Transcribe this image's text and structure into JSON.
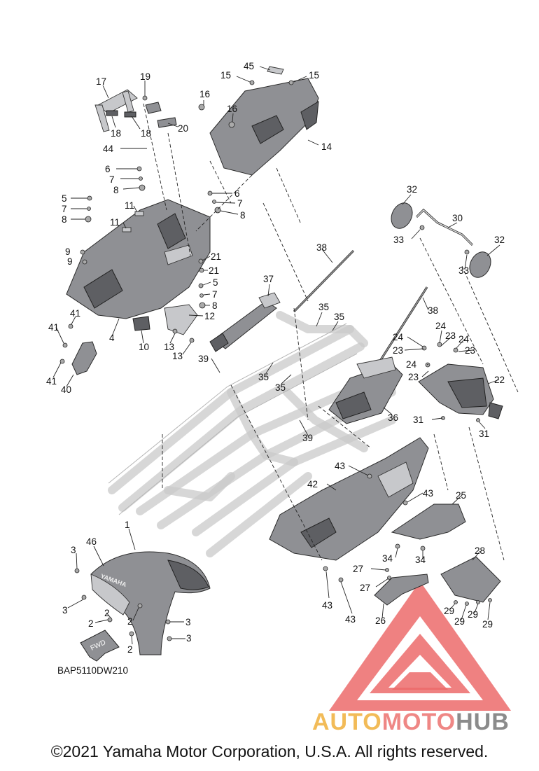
{
  "diagram_code": "BAP5110DW210",
  "copyright": "©2021 Yamaha Motor Corporation, U.S.A. All rights reserved.",
  "watermark": {
    "part1": "AUTO",
    "part2": "MOTO",
    "part3": "HUB",
    "colors": {
      "auto": "#f1b446",
      "moto": "#ee7b78",
      "hub": "#7f7f7f",
      "logo": "#ec6b6b"
    }
  },
  "fender_brand": "YAMAHA",
  "fwd_label": "FWD",
  "callouts": [
    {
      "id": "c19",
      "text": "19"
    },
    {
      "id": "c17",
      "text": "17"
    },
    {
      "id": "c18a",
      "text": "18"
    },
    {
      "id": "c18b",
      "text": "18"
    },
    {
      "id": "c20",
      "text": "20"
    },
    {
      "id": "c44",
      "text": "44"
    },
    {
      "id": "c6a",
      "text": "6"
    },
    {
      "id": "c7a",
      "text": "7"
    },
    {
      "id": "c8a",
      "text": "8"
    },
    {
      "id": "c5a",
      "text": "5"
    },
    {
      "id": "c7b",
      "text": "7"
    },
    {
      "id": "c8b",
      "text": "8"
    },
    {
      "id": "c11a",
      "text": "11"
    },
    {
      "id": "c11b",
      "text": "11"
    },
    {
      "id": "c9a",
      "text": "9"
    },
    {
      "id": "c9b",
      "text": "9"
    },
    {
      "id": "c16a",
      "text": "16"
    },
    {
      "id": "c16b",
      "text": "16"
    },
    {
      "id": "c45",
      "text": "45"
    },
    {
      "id": "c15a",
      "text": "15"
    },
    {
      "id": "c15b",
      "text": "15"
    },
    {
      "id": "c14",
      "text": "14"
    },
    {
      "id": "c6b",
      "text": "6"
    },
    {
      "id": "c7c",
      "text": "7"
    },
    {
      "id": "c8c",
      "text": "8"
    },
    {
      "id": "c21a",
      "text": "21"
    },
    {
      "id": "c21b",
      "text": "21"
    },
    {
      "id": "c5b",
      "text": "5"
    },
    {
      "id": "c7d",
      "text": "7"
    },
    {
      "id": "c8d",
      "text": "8"
    },
    {
      "id": "c12",
      "text": "12"
    },
    {
      "id": "c13a",
      "text": "13"
    },
    {
      "id": "c13b",
      "text": "13"
    },
    {
      "id": "c10",
      "text": "10"
    },
    {
      "id": "c4",
      "text": "4"
    },
    {
      "id": "c41a",
      "text": "41"
    },
    {
      "id": "c41b",
      "text": "41"
    },
    {
      "id": "c41c",
      "text": "41"
    },
    {
      "id": "c40",
      "text": "40"
    },
    {
      "id": "c37",
      "text": "37"
    },
    {
      "id": "c38a",
      "text": "38"
    },
    {
      "id": "c38b",
      "text": "38"
    },
    {
      "id": "c35a",
      "text": "35"
    },
    {
      "id": "c35b",
      "text": "35"
    },
    {
      "id": "c35c",
      "text": "35"
    },
    {
      "id": "c35d",
      "text": "35"
    },
    {
      "id": "c39a",
      "text": "39"
    },
    {
      "id": "c39b",
      "text": "39"
    },
    {
      "id": "c36",
      "text": "36"
    },
    {
      "id": "c32a",
      "text": "32"
    },
    {
      "id": "c32b",
      "text": "32"
    },
    {
      "id": "c30",
      "text": "30"
    },
    {
      "id": "c33a",
      "text": "33"
    },
    {
      "id": "c33b",
      "text": "33"
    },
    {
      "id": "c24a",
      "text": "24"
    },
    {
      "id": "c24b",
      "text": "24"
    },
    {
      "id": "c24c",
      "text": "24"
    },
    {
      "id": "c24d",
      "text": "24"
    },
    {
      "id": "c23a",
      "text": "23"
    },
    {
      "id": "c23b",
      "text": "23"
    },
    {
      "id": "c23c",
      "text": "23"
    },
    {
      "id": "c23d",
      "text": "23"
    },
    {
      "id": "c22",
      "text": "22"
    },
    {
      "id": "c31a",
      "text": "31"
    },
    {
      "id": "c31b",
      "text": "31"
    },
    {
      "id": "c43a",
      "text": "43"
    },
    {
      "id": "c43b",
      "text": "43"
    },
    {
      "id": "c43c",
      "text": "43"
    },
    {
      "id": "c43d",
      "text": "43"
    },
    {
      "id": "c42",
      "text": "42"
    },
    {
      "id": "c25",
      "text": "25"
    },
    {
      "id": "c34a",
      "text": "34"
    },
    {
      "id": "c34b",
      "text": "34"
    },
    {
      "id": "c27a",
      "text": "27"
    },
    {
      "id": "c27b",
      "text": "27"
    },
    {
      "id": "c26",
      "text": "26"
    },
    {
      "id": "c28",
      "text": "28"
    },
    {
      "id": "c29a",
      "text": "29"
    },
    {
      "id": "c29b",
      "text": "29"
    },
    {
      "id": "c29c",
      "text": "29"
    },
    {
      "id": "c29d",
      "text": "29"
    },
    {
      "id": "c1",
      "text": "1"
    },
    {
      "id": "c46",
      "text": "46"
    },
    {
      "id": "c3a",
      "text": "3"
    },
    {
      "id": "c3b",
      "text": "3"
    },
    {
      "id": "c3c",
      "text": "3"
    },
    {
      "id": "c3d",
      "text": "3"
    },
    {
      "id": "c2a",
      "text": "2"
    },
    {
      "id": "c2b",
      "text": "2"
    },
    {
      "id": "c2c",
      "text": "2"
    },
    {
      "id": "c2d",
      "text": "2"
    }
  ]
}
